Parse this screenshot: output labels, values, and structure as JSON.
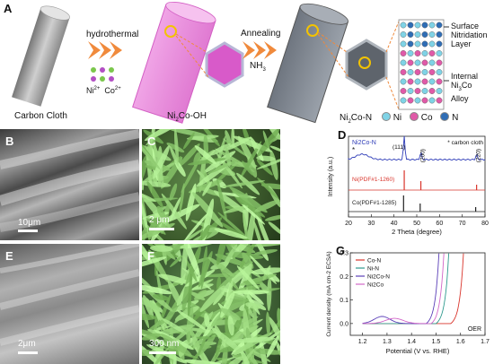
{
  "panel_a": {
    "label": "A",
    "step1": "hydrothermal",
    "step2_line1": "Annealing",
    "step2_line2": "NH",
    "step2_sub": "3",
    "ion_ni": "Ni",
    "ion_ni_sup": "2+",
    "ion_co": "Co",
    "ion_co_sup": "2+",
    "carbon_cloth": "Carbon Cloth",
    "precursor": "Ni",
    "precursor_sub": "2",
    "precursor_rest": "Co-OH",
    "surface_label": [
      "Surface",
      "Nitridation",
      "Layer"
    ],
    "internal_label": [
      "Internal",
      "Ni",
      "Co",
      "Alloy"
    ],
    "legend_title": "Ni",
    "legend_title_sub": "2",
    "legend_title_rest": "Co-N",
    "legend": [
      {
        "name": "Ni",
        "color": "#7fd3e6"
      },
      {
        "name": "Co",
        "color": "#e05aa8"
      },
      {
        "name": "N",
        "color": "#2f6db5"
      }
    ]
  },
  "panel_b": {
    "label": "B",
    "scale": "10μm"
  },
  "panel_c": {
    "label": "C",
    "scale": "2 μm"
  },
  "panel_e": {
    "label": "E",
    "scale": "2μm"
  },
  "panel_f": {
    "label": "F",
    "scale": "300 nm"
  },
  "panel_d": {
    "label": "D",
    "chart_data": {
      "type": "line",
      "xlabel": "2 Theta (degree)",
      "ylabel": "Intensity (a.u.)",
      "xlim": [
        20,
        80
      ],
      "xticks": [
        20,
        30,
        40,
        50,
        60,
        70,
        80
      ],
      "annotation_star": "* carbon cloth",
      "series": [
        {
          "name": "Ni2Co-N",
          "color": "#2f3db8",
          "peaks": [
            {
              "x": 26,
              "label": "*"
            },
            {
              "x": 44.5,
              "label": "(111)"
            },
            {
              "x": 51.8,
              "label": "(200)"
            },
            {
              "x": 76.3,
              "label": "(220)"
            }
          ]
        },
        {
          "name": "Ni(PDF#1-1260)",
          "color": "#d9342b",
          "peaks": [
            {
              "x": 44.5
            },
            {
              "x": 51.8
            },
            {
              "x": 76.3
            }
          ]
        },
        {
          "name": "Co(PDF#1-1285)",
          "color": "#222222",
          "peaks": [
            {
              "x": 44.2
            },
            {
              "x": 51.5
            },
            {
              "x": 75.9
            }
          ]
        }
      ],
      "peak_labels": [
        "(111)",
        "(200)",
        "(220)"
      ]
    }
  },
  "panel_g": {
    "label": "G",
    "chart_data": {
      "type": "line",
      "xlabel": "Potential (V vs. RHE)",
      "ylabel": "Current density (mA cm",
      "ylabel_sup": "-2",
      "ylabel_rest": "ECSA)",
      "xlim": [
        1.15,
        1.7
      ],
      "ylim": [
        -0.05,
        0.3
      ],
      "xticks": [
        1.2,
        1.3,
        1.4,
        1.5,
        1.6,
        1.7
      ],
      "yticks": [
        0.0,
        0.1,
        0.2,
        0.3
      ],
      "annotation": "OER",
      "series": [
        {
          "name": "Co-N",
          "color": "#d9342b",
          "onset": 1.56
        },
        {
          "name": "Ni-N",
          "color": "#2f9a8e",
          "onset": 1.5
        },
        {
          "name": "Ni2Co-N",
          "color": "#5b3fb8",
          "onset": 1.46
        },
        {
          "name": "Ni2Co",
          "color": "#d266c8",
          "onset": 1.48
        }
      ]
    }
  }
}
